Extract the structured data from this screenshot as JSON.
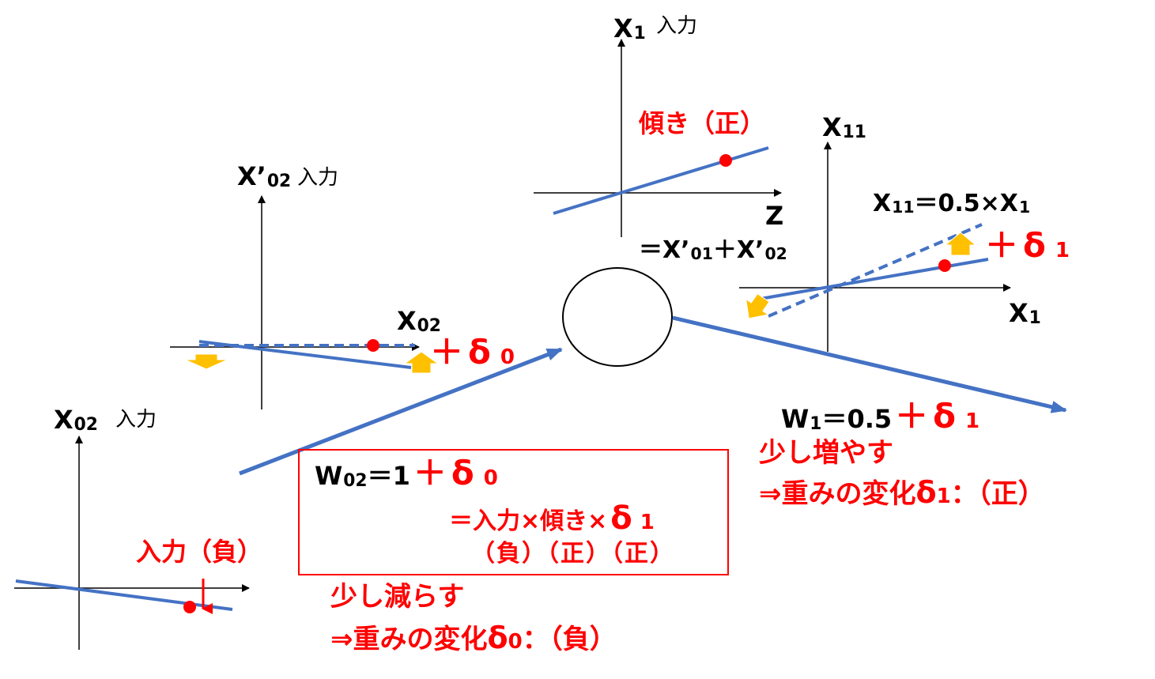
{
  "colors": {
    "line_blue": "#4472c4",
    "marker_red": "#ff0000",
    "arrow_yellow": "#ffc000",
    "text_red": "#ff0000",
    "text_black": "#000000",
    "box_border_red": "#ff0000"
  },
  "icons": {
    "up_arrow": "block-up-arrow-icon",
    "down_arrow": "block-down-arrow-icon",
    "down_red_arrow": "red-down-arrow-icon"
  },
  "top_graph": {
    "y_label": "X",
    "y_sub": "1",
    "y_note": "入力",
    "x_label": "Z",
    "slope_label": "傾き（正）",
    "z_def": "＝X’",
    "z_def_sub1": "01",
    "z_def_plus": "＋X’",
    "z_def_sub2": "02"
  },
  "right_graph": {
    "y_label": "X",
    "y_sub": "11",
    "x_label": "X",
    "x_sub": "1",
    "eq_a": "X",
    "eq_a_sub": "11",
    "eq_b": "＝0.5×X",
    "eq_b_sub": "1",
    "delta_plus": "＋",
    "delta": "δ",
    "delta_sub": "1"
  },
  "mid_graph": {
    "y_label": "X’",
    "y_sub": "02",
    "y_note": "入力",
    "x_label": "X",
    "x_sub": "02",
    "delta_plus": "＋",
    "delta": "δ",
    "delta_sub": "0"
  },
  "bottom_graph": {
    "y_label": "X",
    "y_sub": "02",
    "y_note": "入力",
    "input_note": "入力（負）"
  },
  "weight_w1": {
    "w": "W",
    "w_sub": "1",
    "eq": "＝0.5",
    "plus": "＋",
    "delta": "δ",
    "delta_sub": "1",
    "line1": "少し増やす",
    "line2_pre": "⇒重みの変化",
    "line2_delta": "δ",
    "line2_sub": "1",
    "line2_post": "：（正）"
  },
  "weight_w02": {
    "w": "W",
    "w_sub": "02",
    "eq": "＝1",
    "plus": "＋",
    "delta": "δ",
    "delta_sub": "0",
    "formula_pre": "＝入力×傾き×",
    "formula_delta": "δ",
    "formula_sub": "1",
    "signs": "（負）（正）（正）",
    "line1": "少し減らす",
    "line2_pre": "⇒重みの変化",
    "line2_delta": "δ",
    "line2_sub": "0",
    "line2_post": "：（負）"
  }
}
